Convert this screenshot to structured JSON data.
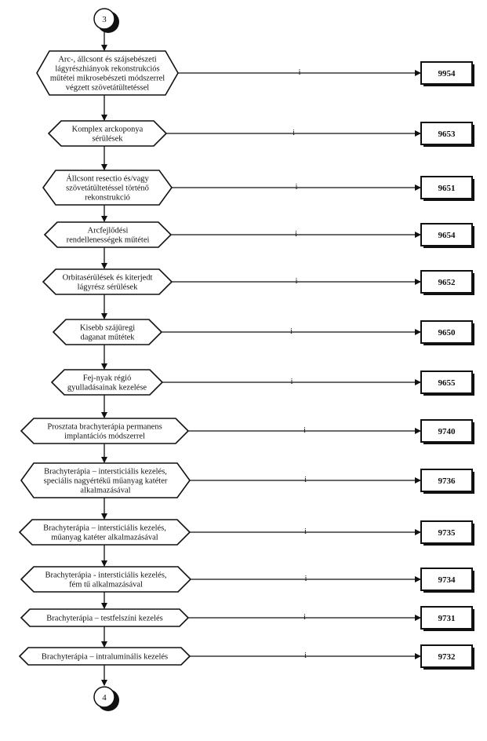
{
  "start_connector": "3",
  "end_connector": "4",
  "steps": [
    {
      "lines": [
        "Arc-, állcsont és szájsebészeti",
        "lágyrészhiányok rekonstrukciós",
        "műtétei mikrosebészeti módszerrel",
        "végzett szövetátültetéssel"
      ],
      "yes_label": "i",
      "code": "9954"
    },
    {
      "lines": [
        "Komplex arckoponya",
        "sérülések"
      ],
      "yes_label": "i",
      "code": "9653"
    },
    {
      "lines": [
        "Állcsont resectio és/vagy",
        "szövetátültetéssel történő",
        "rekonstrukció"
      ],
      "yes_label": "i",
      "code": "9651"
    },
    {
      "lines": [
        "Arcfejlődési",
        "rendellenességek műtétei"
      ],
      "yes_label": "i",
      "code": "9654"
    },
    {
      "lines": [
        "Orbitasérülések és kiterjedt",
        "lágyrész sérülések"
      ],
      "yes_label": "i",
      "code": "9652"
    },
    {
      "lines": [
        "Kisebb szájüregi",
        "daganat műtétek"
      ],
      "yes_label": "i",
      "code": "9650"
    },
    {
      "lines": [
        "Fej-nyak régió",
        "gyulladásainak kezelése"
      ],
      "yes_label": "i",
      "code": "9655"
    },
    {
      "lines": [
        "Prosztata brachyterápia permanens",
        "implantációs módszerrel"
      ],
      "yes_label": "i",
      "code": "9740"
    },
    {
      "lines": [
        "Brachyterápia – intersticiális kezelés,",
        "speciális nagyértékű műanyag katéter",
        "alkalmazásával"
      ],
      "yes_label": "i",
      "code": "9736"
    },
    {
      "lines": [
        "Brachyterápia – intersticiális kezelés,",
        "műanyag katéter alkalmazásával"
      ],
      "yes_label": "i",
      "code": "9735"
    },
    {
      "lines": [
        "Brachyterápia - intersticiális kezelés,",
        "fém tű alkalmazásával"
      ],
      "yes_label": "i",
      "code": "9734"
    },
    {
      "lines": [
        "Brachyterápia – testfelszíni kezelés"
      ],
      "yes_label": "i",
      "code": "9731"
    },
    {
      "lines": [
        "Brachyterápia – intraluminális kezelés"
      ],
      "yes_label": "i",
      "code": "9732"
    }
  ]
}
